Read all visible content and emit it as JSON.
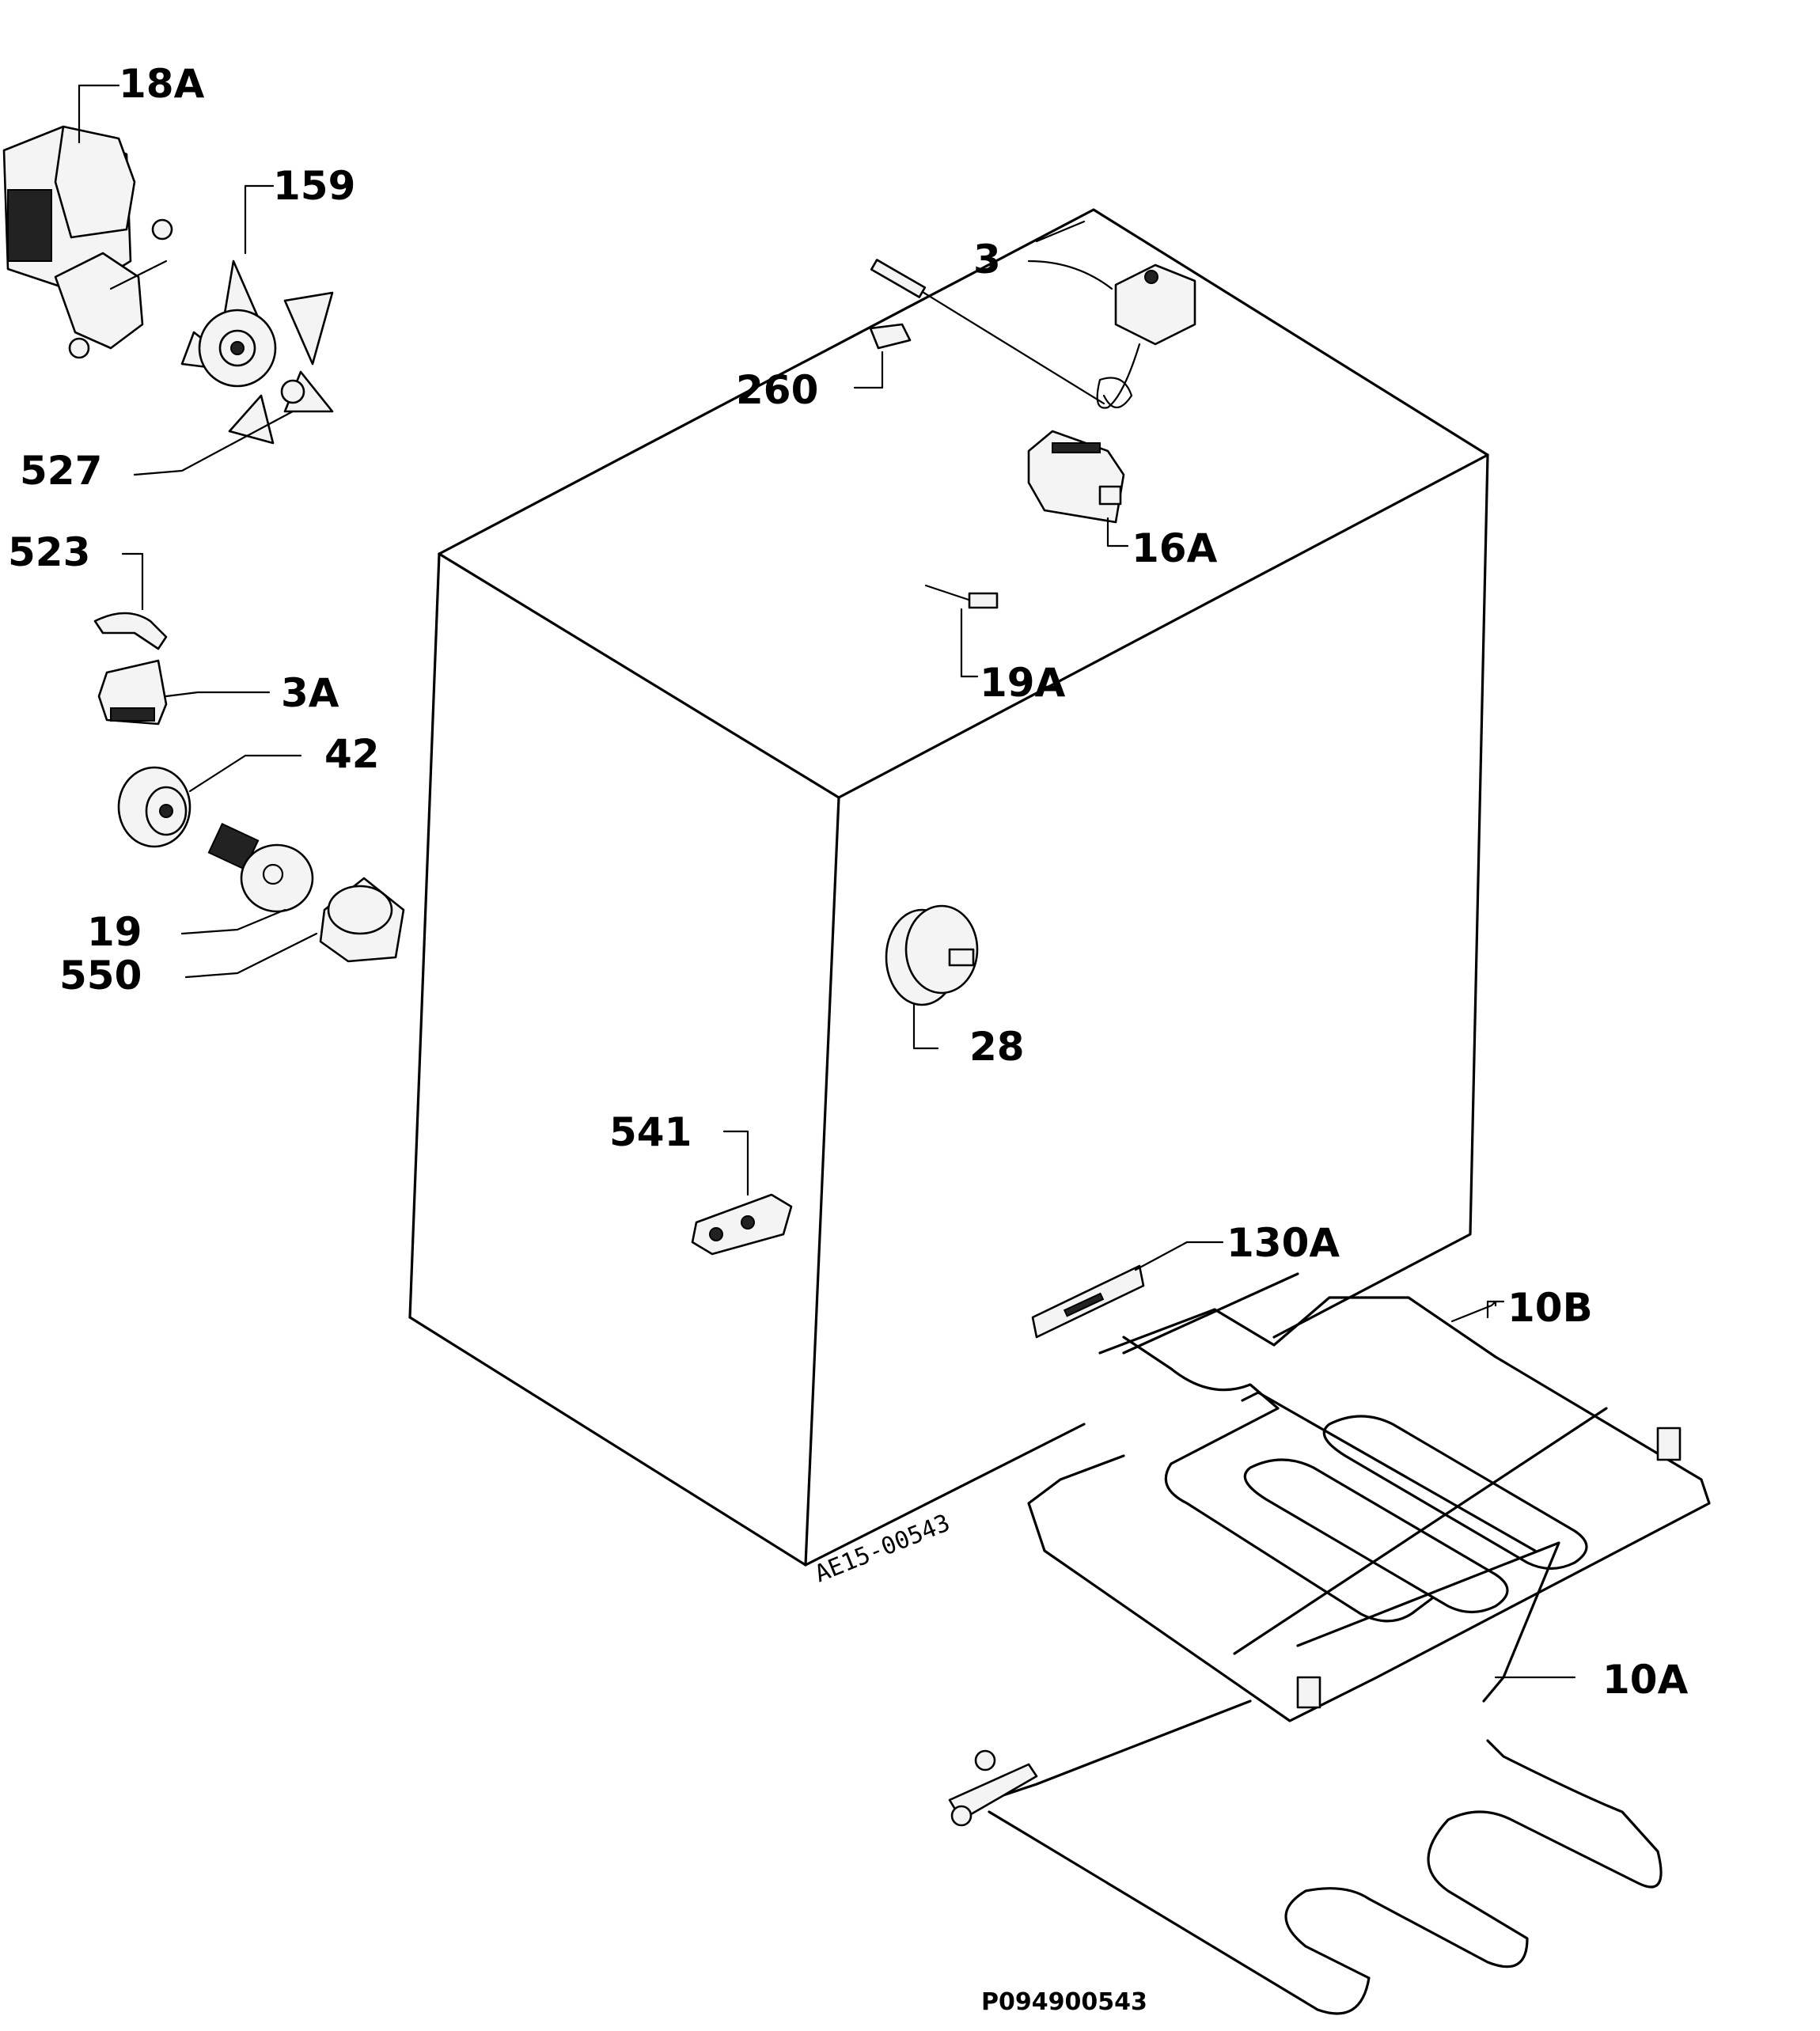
{
  "diagram": {
    "labels": {
      "l18a": "18A",
      "l159": "159",
      "l527": "527",
      "l523": "523",
      "l3a": "3A",
      "l42": "42",
      "l19": "19",
      "l550": "550",
      "l3": "3",
      "l260": "260",
      "l16a": "16A",
      "l19a": "19A",
      "l28": "28",
      "l541": "541",
      "l130a": "130A",
      "l10b": "10B",
      "l10a": "10A"
    },
    "drawing_ref": "AE15-00543",
    "footer_code": "P094900543"
  }
}
